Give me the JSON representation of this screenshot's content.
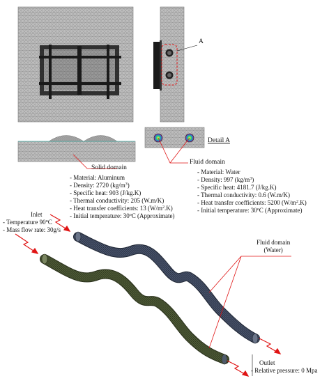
{
  "detail_marker": "A",
  "detail_caption": "Detail A",
  "solid": {
    "title": "Solid domain",
    "material": "- Material: Aluminum",
    "density_pre": "- Density: 2720 (kg/m",
    "density_sup": "3",
    "density_post": ")",
    "specific_heat": "- Specific heat: 903 (J/kg.K)",
    "conductivity": "- Thermal conductivity: 205 (W.m/K)",
    "htc_pre": "- Heat transfer coefficients: 13 (W/m",
    "htc_sup": "2",
    "htc_post": ".K)",
    "init_pre": "- Initial temperature: 30",
    "init_sup": "o",
    "init_post": "C (Approximate)"
  },
  "fluid": {
    "title": "Fluid domain",
    "material": "- Material: Water",
    "density_pre": "- Density: 997 (kg/m",
    "density_sup": "3",
    "density_post": ")",
    "specific_heat": "- Specific heat: 4181.7 (J/kg.K)",
    "conductivity": "- Thermal conductivity: 0.6 (W.m/K)",
    "htc_pre": "- Heat transfer coefficients: 5200 (W/m",
    "htc_sup": "2",
    "htc_post": ".K)",
    "init_pre": "- Initial temperature: 30",
    "init_sup": "o",
    "init_post": "C (Approximate)"
  },
  "inlet": {
    "title": "Inlet",
    "temp_pre": "- Temperature 90",
    "temp_sup": "o",
    "temp_post": "C",
    "flow": "- Mass flow rate: 30g/s"
  },
  "fluid_water": {
    "line1": "Fluid domain",
    "line2": "(Water)"
  },
  "outlet": {
    "title": "Outlet",
    "pressure": "- Relative pressure: 0 Mpa"
  },
  "colors": {
    "mesh_gray": "#b9b9b9",
    "mesh_dark": "#1a1a1a",
    "arrow_red": "#e01414",
    "pipe_green": "#4e5a36",
    "pipe_blue": "#3f4a5e"
  }
}
